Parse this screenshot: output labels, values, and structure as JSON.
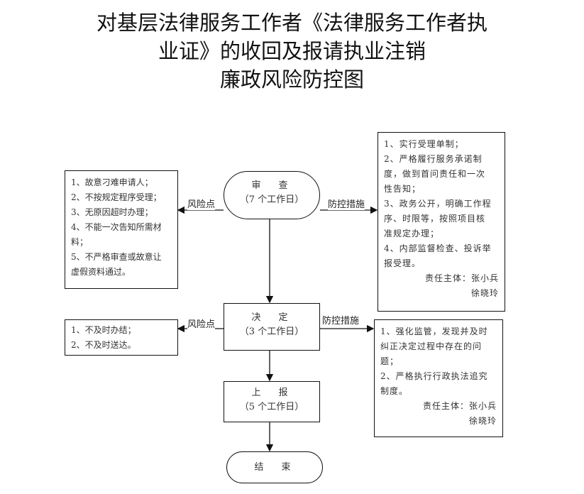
{
  "title": [
    "对基层法律服务工作者《法律服务工作者执",
    "业证》的收回及报请执业注销",
    "廉政风险防控图"
  ],
  "nodes": {
    "review": {
      "name": "审　查",
      "days": "（7 个工作日）"
    },
    "decide": {
      "name": "决　定",
      "days": "（3 个工作日）"
    },
    "report": {
      "name": "上　报",
      "days": "（5 个工作日）"
    },
    "end": {
      "name": "结　束"
    }
  },
  "labels": {
    "risk": "风险点",
    "control": "防控措施"
  },
  "risk1": [
    "1、故意刁难申请人；",
    "2、不按规定程序受理；",
    "3、无原因超时办理；",
    "4、不能一次告知所需材",
    "料；",
    "5、不严格审查或故意让",
    "虚假资料通过。"
  ],
  "control1": [
    "1、实行受理单制；",
    "2、严格履行服务承诺制",
    "度，做到首问责任和一次",
    "性告知；",
    "3、政务公开，明确工作程",
    "序、时限等，按照项目核",
    "准规定办理；",
    "4、内部监督检查、投诉举",
    "报受理。"
  ],
  "control1_resp": [
    "责任主体：张小兵",
    "徐晓玲"
  ],
  "risk2": [
    "1、不及时办结；",
    "2、不及时送达。"
  ],
  "control2": [
    "1、强化监管，发现并及时",
    "纠正决定过程中存在的问",
    "题；",
    "2、严格执行行政执法追究",
    "制度。"
  ],
  "control2_resp": [
    "责任主体：张小兵",
    "徐晓玲"
  ]
}
